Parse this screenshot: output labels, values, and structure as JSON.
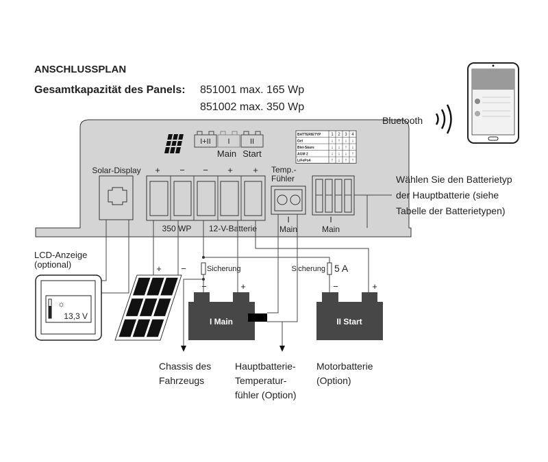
{
  "title": "ANSCHLUSSPLAN",
  "capacity": {
    "label": "Gesamtkapazität des Panels:",
    "line1": "851001 max. 165 Wp",
    "line2": "851002 max. 350 Wp"
  },
  "controller": {
    "battery_icons": [
      "I+II",
      "I",
      "II"
    ],
    "battery_labels": {
      "main": "Main",
      "start": "Start"
    },
    "solar_display": "Solar-Display",
    "terminal_signs": [
      "+",
      "−",
      "−",
      "+",
      "+"
    ],
    "temp_label_1": "Temp.-",
    "temp_label_2": "Fühler",
    "temp_sub_1": "I",
    "temp_sub_2": "Main",
    "selector_sub_1": "I",
    "selector_sub_2": "Main",
    "label_350wp": "350 WP",
    "label_12v": "12-V-Batterie",
    "battery_table": {
      "header": "BATTERIETYP",
      "columns": [
        "1",
        "2",
        "3",
        "4"
      ],
      "rows": [
        {
          "name": "Gel",
          "switches": [
            "↓",
            "↑",
            "↓",
            "↓"
          ]
        },
        {
          "name": "Blei-Säure",
          "switches": [
            "↓",
            "↓",
            "↑",
            "↓"
          ]
        },
        {
          "name": "AGM 2",
          "switches": [
            "↓",
            "↓",
            "↓",
            "↑"
          ]
        },
        {
          "name": "LiFePo4",
          "switches": [
            "↑",
            "↓",
            "↑",
            "↑"
          ]
        }
      ]
    }
  },
  "bluetooth": {
    "label": "Bluetooth",
    "icon": "bluetooth-waves-icon"
  },
  "selector_note": [
    "Wählen Sie den Batterietyp",
    "der Hauptbatterie (siehe",
    "Tabelle der Batterietypen)"
  ],
  "lcd": {
    "label_1": "LCD-Anzeige",
    "label_2": "(optional)",
    "value": "13,3 V"
  },
  "solar_panel": {
    "plus": "+",
    "minus": "−"
  },
  "fuse_1": "Sicherung",
  "fuse_2": "Sicherung",
  "fuse_2_rating": "5 A",
  "battery_main": {
    "label": "I Main",
    "minus": "−",
    "plus": "+"
  },
  "battery_start": {
    "label": "II Start",
    "minus": "−",
    "plus": "+"
  },
  "captions": {
    "chassis": [
      "Chassis des",
      "Fahrzeugs"
    ],
    "temp_sensor": [
      "Hauptbatterie-",
      "Temperatur-",
      "fühler (Option)"
    ],
    "motor": [
      "Motorbatterie",
      "(Option)"
    ]
  },
  "colors": {
    "housing": "#d4d4d4",
    "battery": "#474747",
    "line": "#444444"
  }
}
